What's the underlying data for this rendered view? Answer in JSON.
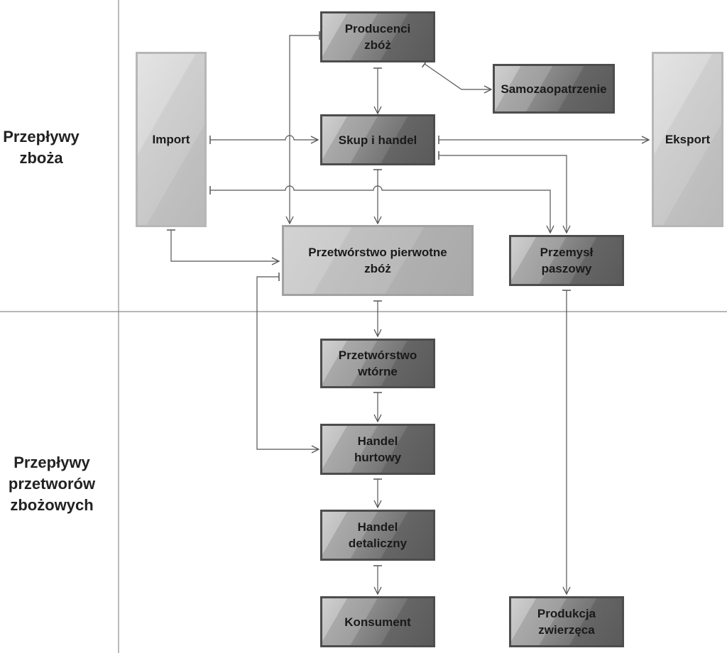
{
  "lanes": {
    "top": [
      "Przepływy",
      "zboża"
    ],
    "bottom": [
      "Przepływy",
      "przetworów",
      "zbożowych"
    ]
  },
  "nodes": {
    "producenci": [
      "Producenci",
      "zbóż"
    ],
    "samozaopatrzenie": [
      "Samozaopatrzenie"
    ],
    "import": [
      "Import"
    ],
    "skup": [
      "Skup i handel"
    ],
    "eksport": [
      "Eksport"
    ],
    "przetworstwo_pierwotne": [
      "Przetwórstwo pierwotne",
      "zbóż"
    ],
    "przemysl_paszowy": [
      "Przemysł",
      "paszowy"
    ],
    "przetworstwo_wtorne": [
      "Przetwórstwo",
      "wtórne"
    ],
    "handel_hurtowy": [
      "Handel",
      "hurtowy"
    ],
    "handel_detaliczny": [
      "Handel",
      "detaliczny"
    ],
    "konsument": [
      "Konsument"
    ],
    "produkcja_zwierzeca": [
      "Produkcja",
      "zwierzęca"
    ]
  },
  "colors": {
    "line": "#555555",
    "divider": "#8c8c8c"
  }
}
